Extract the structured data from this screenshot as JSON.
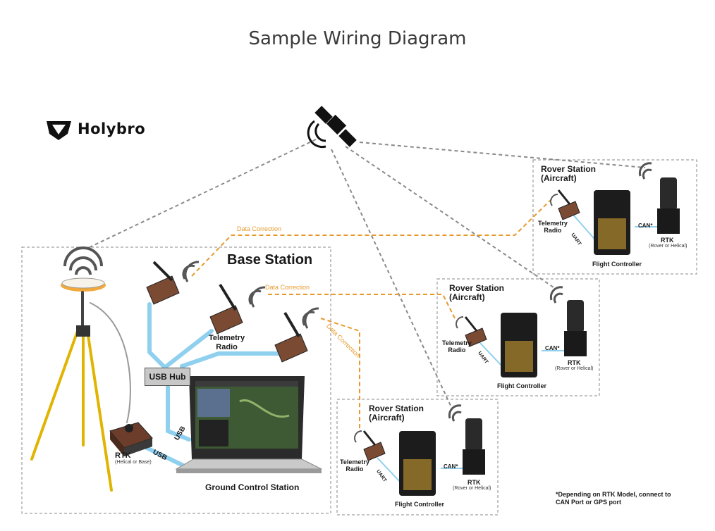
{
  "title": "Sample Wiring Diagram",
  "logo": {
    "text": "Holybro"
  },
  "base_station": {
    "title": "Base Station",
    "usb_hub": "USB Hub",
    "telemetry_radio": [
      "Telemetry",
      "Radio"
    ],
    "ground_control": "Ground Control Station",
    "rtk": "RTK",
    "rtk_sub": "(Helical or Base)",
    "usb": "USB"
  },
  "links": {
    "data_correction": "Data Correction"
  },
  "rover_station": {
    "title": [
      "Rover Station",
      "(Aircraft)"
    ],
    "telemetry_radio": [
      "Telemetry",
      "Radio"
    ],
    "uart": "UART",
    "can": "CAN*",
    "rtk": "RTK",
    "rtk_sub": "(Rover or Helical)",
    "flight_controller": "Flight Controller"
  },
  "note": [
    "*Depending on RTK Model, connect to",
    "CAN Port or GPS port"
  ],
  "colors": {
    "usb_line": "#8fd0ef",
    "data_correction": "#e69a2e",
    "satellite_link": "#8a8a8a",
    "box_border": "#8a8a8a"
  }
}
